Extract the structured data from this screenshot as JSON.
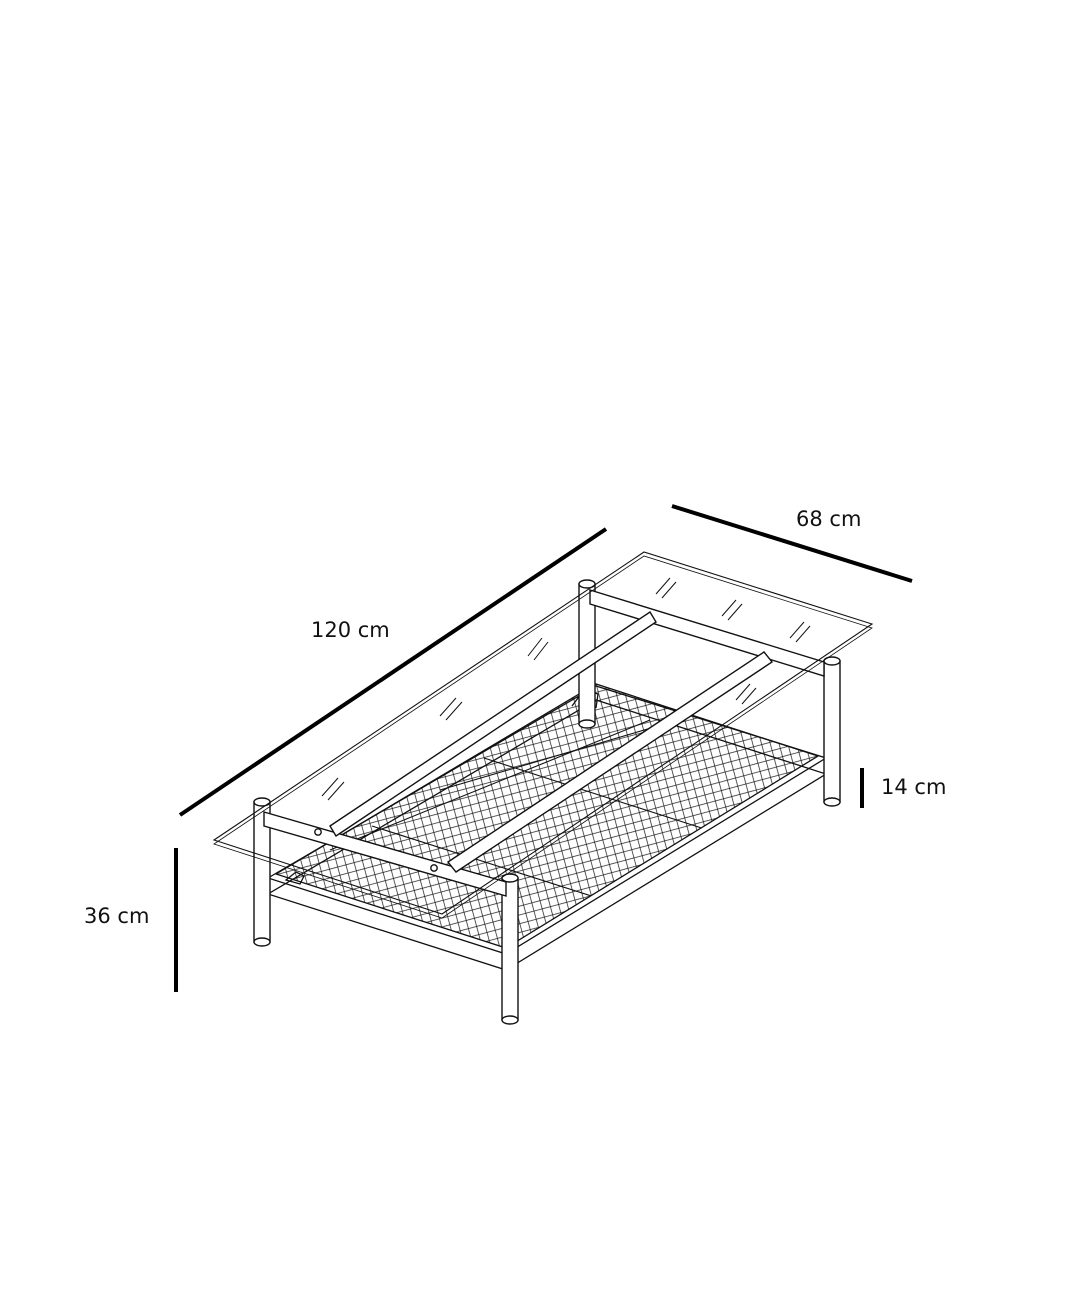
{
  "dimensions": {
    "length": "120 cm",
    "depth": "68 cm",
    "height": "36 cm",
    "shelf_clearance": "14 cm"
  },
  "colors": {
    "line": "#111111",
    "background": "#ffffff"
  }
}
